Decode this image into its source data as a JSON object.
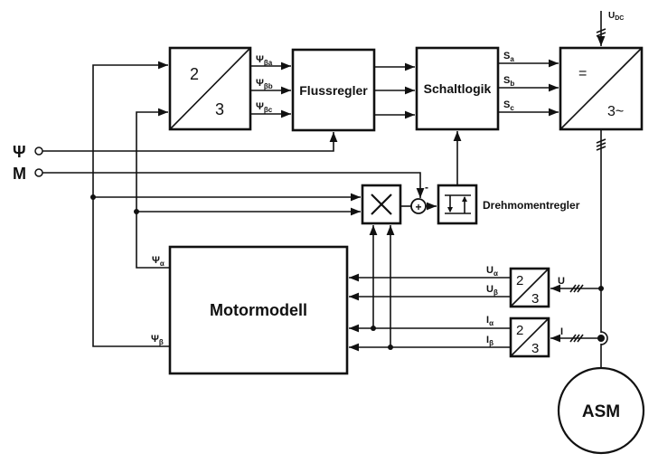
{
  "blocks": {
    "transform_top": {
      "top": "2",
      "bottom": "3"
    },
    "flux_controller": "Flussregler",
    "switching_logic": "Schaltlogik",
    "inverter": {
      "top": "=",
      "bottom": "3~"
    },
    "torque_controller": "Drehmomentregler",
    "motor_model": "Motormodell",
    "transform_u": {
      "top": "2",
      "bottom": "3"
    },
    "transform_i": {
      "top": "2",
      "bottom": "3"
    },
    "machine": "ASM"
  },
  "inputs": {
    "flux": "Ψ",
    "torque": "M"
  },
  "signals": {
    "psi_ba": "Ψ",
    "psi_ba_sub": "βa",
    "psi_bb": "Ψ",
    "psi_bb_sub": "βb",
    "psi_bc": "Ψ",
    "psi_bc_sub": "βc",
    "sa": "S",
    "sa_sub": "a",
    "sb": "S",
    "sb_sub": "b",
    "sc": "S",
    "sc_sub": "c",
    "udc": "U",
    "udc_sub": "DC",
    "psi_alpha": "Ψ",
    "psi_alpha_sub": "α",
    "psi_beta": "Ψ",
    "psi_beta_sub": "β",
    "u_alpha": "U",
    "u_alpha_sub": "α",
    "u_beta": "U",
    "u_beta_sub": "β",
    "i_alpha": "I",
    "i_alpha_sub": "α",
    "i_beta": "I",
    "i_beta_sub": "β",
    "u": "U",
    "i": "I",
    "minus": "-",
    "plus": "+"
  }
}
